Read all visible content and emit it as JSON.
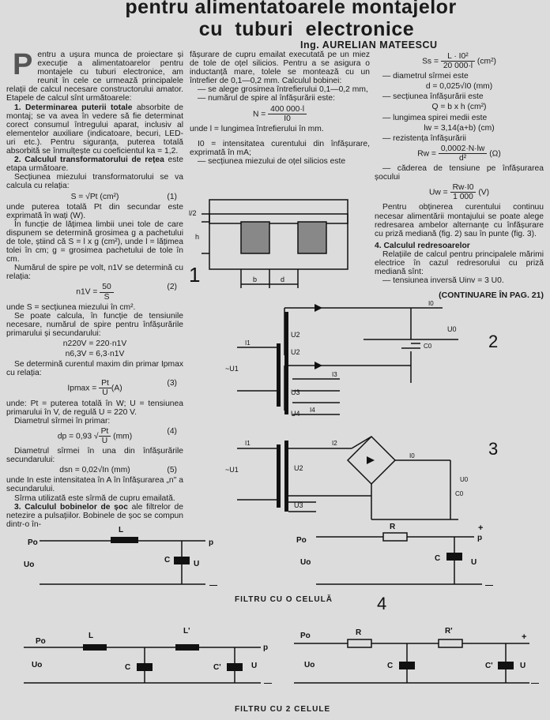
{
  "header": {
    "title_line1": "pentru alimentatoarele montajelor",
    "title_line2": "cu tuburi electronice",
    "author": "Ing. AURELIAN MATEESCU"
  },
  "col1": {
    "dropcap": "P",
    "p1": "entru a ușura munca de proiectare și execuție a alimentatoarelor pentru montajele cu tuburi electronice, am reunit în cele ce urmează principalele relații de calcul necesare constructorului amator. Etapele de calcul sînt următoarele:",
    "h1": "1. Determinarea puterii totale",
    "p2": "absorbite de montaj; se va avea în vedere să fie determinat corect consumul întregului aparat, inclusiv al elementelor auxiliare (indicatoare, becuri, LED-uri etc.). Pentru siguranța, puterea totală absorbită se înmulțește cu coeficientul ka = 1,2.",
    "h2": "2. Calculul transformatorului de rețea",
    "p3": "este etapa următoare.",
    "p4": "Secțiunea miezului transformatorului se va calcula cu relația:",
    "eq1": "S = √Pt  (cm²)",
    "eq1_no": "(1)",
    "p5": "unde puterea totală Pt din secundar este exprimată în wați (W).",
    "p6": "În funcție de lățimea limbii unei tole de care dispunem se determină grosimea g a pachetului de tole, știind că S = l x g (cm²), unde l = lățimea tolei în cm; g = grosimea pachetului de tole în cm.",
    "p7": "Numărul de spire pe volt, n1V se determină cu relația:",
    "eq2_lhs": "n1V =",
    "eq2_num": "50",
    "eq2_den": "S",
    "eq2_no": "(2)",
    "p8": "unde S = secțiunea miezului în cm².",
    "p9": "Se poate calcula, în funcție de tensiunile necesare, numărul de spire pentru înfășurările primarului și secundarului:",
    "eq_n220": "n220V = 220·n1V",
    "eq_n63": "n6,3V = 6,3·n1V",
    "p10": "Se determină curentul maxim din primar Ipmax cu relația:",
    "eq3_lhs": "Ipmax =",
    "eq3_num": "Pt",
    "eq3_den": "U",
    "eq3_unit": "(A)",
    "eq3_no": "(3)",
    "p11": "unde: Pt = puterea totală în W; U = tensiunea primarului în V, de regulă U = 220 V.",
    "p12": "Diametrul sîrmei în primar:",
    "eq4_lhs": "dp = 0,93 √",
    "eq4_num": "Pt",
    "eq4_den": "U",
    "eq4_unit": "(mm)",
    "eq4_no": "(4)",
    "p13": "Diametrul sîrmei în una din înfășurările secundarului:",
    "eq5": "dsn = 0,02√In  (mm)",
    "eq5_no": "(5)",
    "p14": "unde In este intensitatea în A în înfășurarea „n\" a secundarului.",
    "p15": "Sîrma utilizată este sîrmă de cupru emailată.",
    "h3": "3. Calculul bobinelor de șoc",
    "p16": "ale filtrelor de netezire a pulsațiilor. Bobinele de șoc se compun dintr-o în-"
  },
  "col2": {
    "p1": "fășurare de cupru emailat executată pe un miez de tole de oțel silicios. Pentru a se asigura o inductanță mare, tolele se montează cu un întrefier de 0,1—0,2 mm. Calculul bobinei:",
    "p2": "— se alege grosimea întrefierului 0,1—0,2 mm,",
    "p3": "— numărul de spire al înfășurării este:",
    "eqN_lhs": "N =",
    "eqN_num": "400 000·l",
    "eqN_den": "I0",
    "p4": "unde l = lungimea întrefierului în mm.",
    "p5": "I0 = intensitatea curentului din înfășurare, exprimată în mA;",
    "p6": "— secțiunea miezului de oțel silicios este"
  },
  "col3": {
    "eqSs_lhs": "Ss =",
    "eqSs_num": "L · I0²",
    "eqSs_den": "20 000·l",
    "eqSs_unit": "(cm²)",
    "p1": "— diametrul sîrmei este",
    "eq_d": "d = 0,025√I0  (mm)",
    "p2": "— secțiunea înfășurării este",
    "eq_Q": "Q = b x h  (cm²)",
    "p3": "— lungimea spirei medii este",
    "eq_lw": "lw = 3,14(a+b)  (cm)",
    "p4": "— rezistența înfășurării",
    "eqRw_lhs": "Rw =",
    "eqRw_num": "0,0002·N·lw",
    "eqRw_den": "d²",
    "eqRw_unit": "(Ω)",
    "p5": "— căderea de tensiune pe înfășurarea șocului",
    "eqUw_lhs": "Uw =",
    "eqUw_num": "Rw·I0",
    "eqUw_den": "1 000",
    "eqUw_unit": "(V)",
    "p6": "Pentru obținerea curentului continuu necesar alimentării montajului se poate alege redresarea ambelor alternanțe cu înfășurare cu priză mediană (fig. 2) sau în punte (fig. 3).",
    "h4": "4. Calculul redresoarelor",
    "p7": "Relațiile de calcul pentru principalele mărimi electrice în cazul redresorului cu priză mediană sînt:",
    "p8": "— tensiunea inversă Uinv = 3 U0.",
    "continue": "(CONTINUARE ÎN PAG. 21)"
  },
  "fig1": {
    "number": "1",
    "l2": "l/2",
    "h": "h",
    "b": "b",
    "d": "d"
  },
  "fig2": {
    "number": "2",
    "I0": "I0",
    "U0": "U0",
    "C0": "C0",
    "I1": "I1",
    "U1": "~U1",
    "U2a": "U2",
    "U2b": "U2",
    "U3": "U3",
    "U4": "U4",
    "I3": "I3",
    "I4": "I4"
  },
  "fig3": {
    "number": "3",
    "I1": "I1",
    "I2": "I2",
    "I0": "I0",
    "U1": "~U1",
    "U2": "U2",
    "U3": "U3",
    "U0": "U0",
    "C0": "C0"
  },
  "fig4": {
    "number": "4",
    "cap1": "FILTRU CU O CELULĂ",
    "cap2": "FILTRU CU 2 CELULE",
    "Po": "Po",
    "Uo": "Uo",
    "p": "p",
    "L": "L",
    "Lp": "L'",
    "R": "R",
    "Rp": "R'",
    "C": "C",
    "Cp": "C'",
    "U": "U",
    "plus": "+",
    "minus": "—"
  }
}
